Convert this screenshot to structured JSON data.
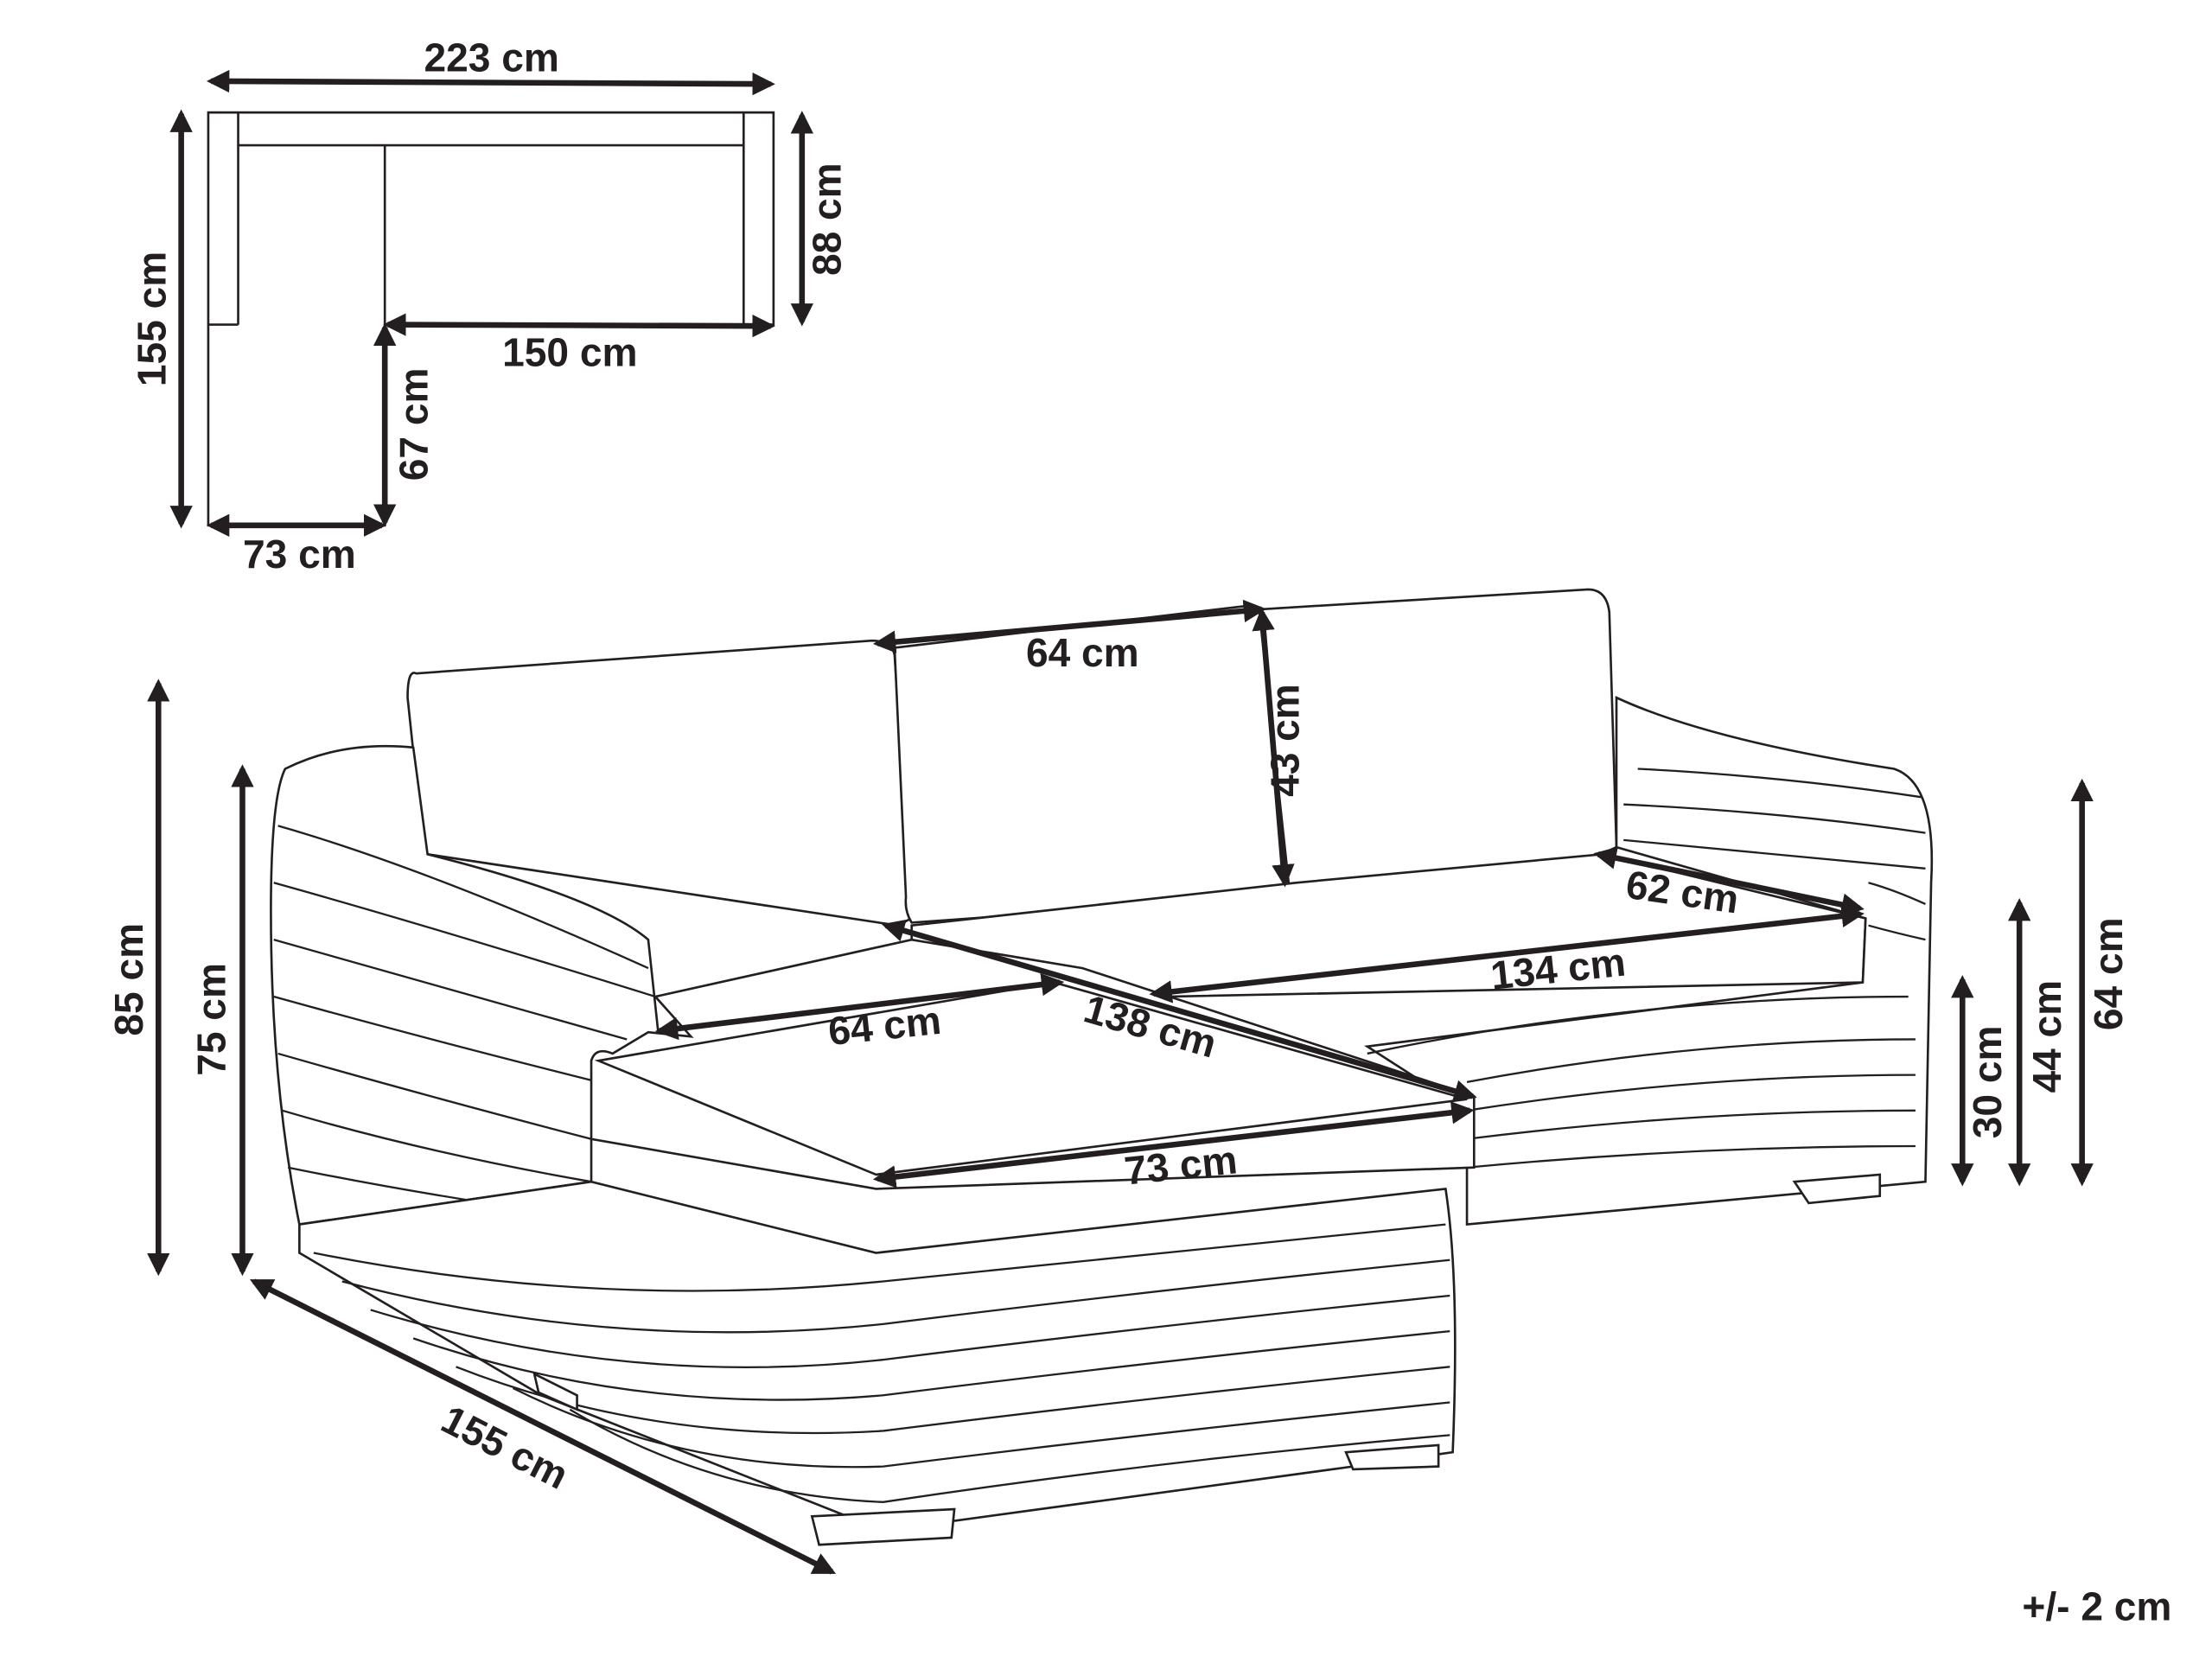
{
  "diagram": {
    "type": "furniture-dimension-drawing",
    "subject": "L-shaped rattan corner sofa with cushions",
    "tolerance": "+/- 2 cm",
    "plan_view": {
      "overall_width": "223 cm",
      "overall_depth": "155 cm",
      "main_section_depth": "88 cm",
      "main_section_width": "150 cm",
      "chaise_extension": "67 cm",
      "chaise_width": "73 cm"
    },
    "perspective_view": {
      "back_cushion_width": "64 cm",
      "back_cushion_height": "43 cm",
      "right_seat_depth": "62 cm",
      "seat_width": "134 cm",
      "chaise_cushion_width": "64 cm",
      "chaise_length": "138 cm",
      "chaise_front_width": "73 cm",
      "total_height": "85 cm",
      "arm_height": "75 cm",
      "side_depth": "155 cm",
      "base_height": "30 cm",
      "seat_height": "44 cm",
      "armrest_height": "64 cm"
    }
  }
}
